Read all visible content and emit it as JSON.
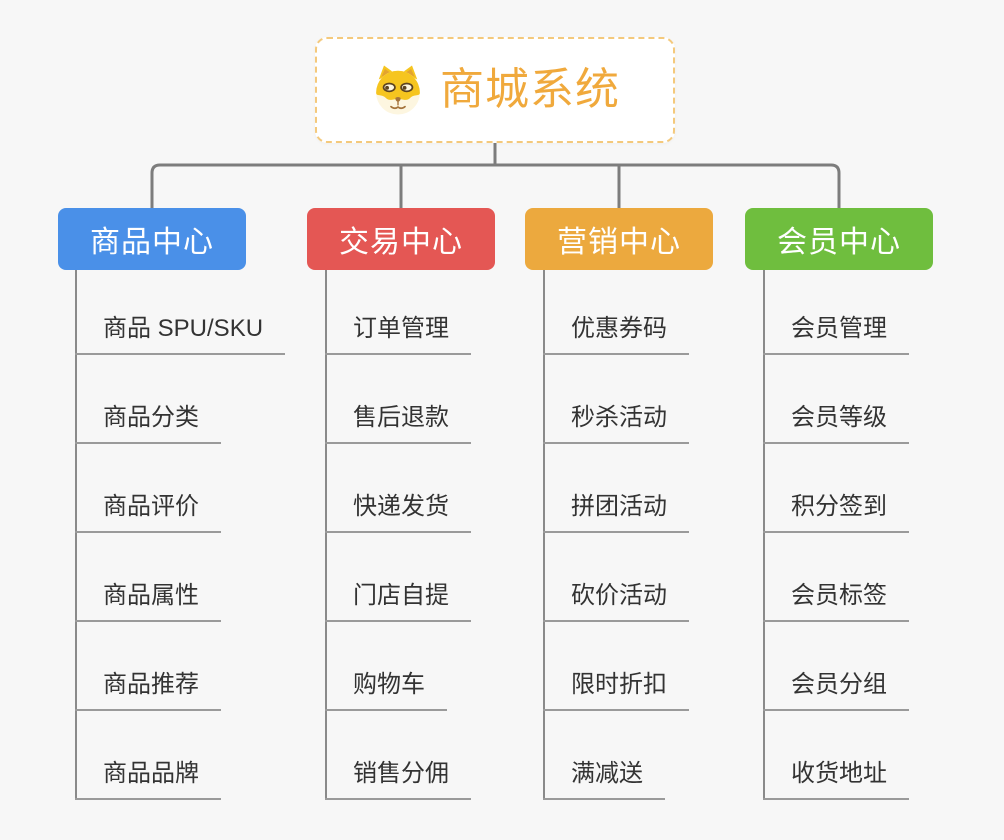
{
  "root": {
    "title": "商城系统",
    "icon": "doge-icon"
  },
  "branches": [
    {
      "label": "商品中心",
      "color": "#4a90e8",
      "items": [
        "商品 SPU/SKU",
        "商品分类",
        "商品评价",
        "商品属性",
        "商品推荐",
        "商品品牌"
      ]
    },
    {
      "label": "交易中心",
      "color": "#e45754",
      "items": [
        "订单管理",
        "售后退款",
        "快递发货",
        "门店自提",
        "购物车",
        "销售分佣"
      ]
    },
    {
      "label": "营销中心",
      "color": "#eca93e",
      "items": [
        "优惠券码",
        "秒杀活动",
        "拼团活动",
        "砍价活动",
        "限时折扣",
        "满减送"
      ]
    },
    {
      "label": "会员中心",
      "color": "#6fbe3e",
      "items": [
        "会员管理",
        "会员等级",
        "积分签到",
        "会员标签",
        "会员分组",
        "收货地址"
      ]
    }
  ],
  "colors": {
    "background": "#f7f7f7",
    "root_text": "#f0a93c",
    "root_border": "#f4c97c",
    "connector_line": "#7d7d7d",
    "trunk_line": "#8a8a8a",
    "leaf_underline": "#9a9a9a",
    "leaf_text": "#333333"
  }
}
